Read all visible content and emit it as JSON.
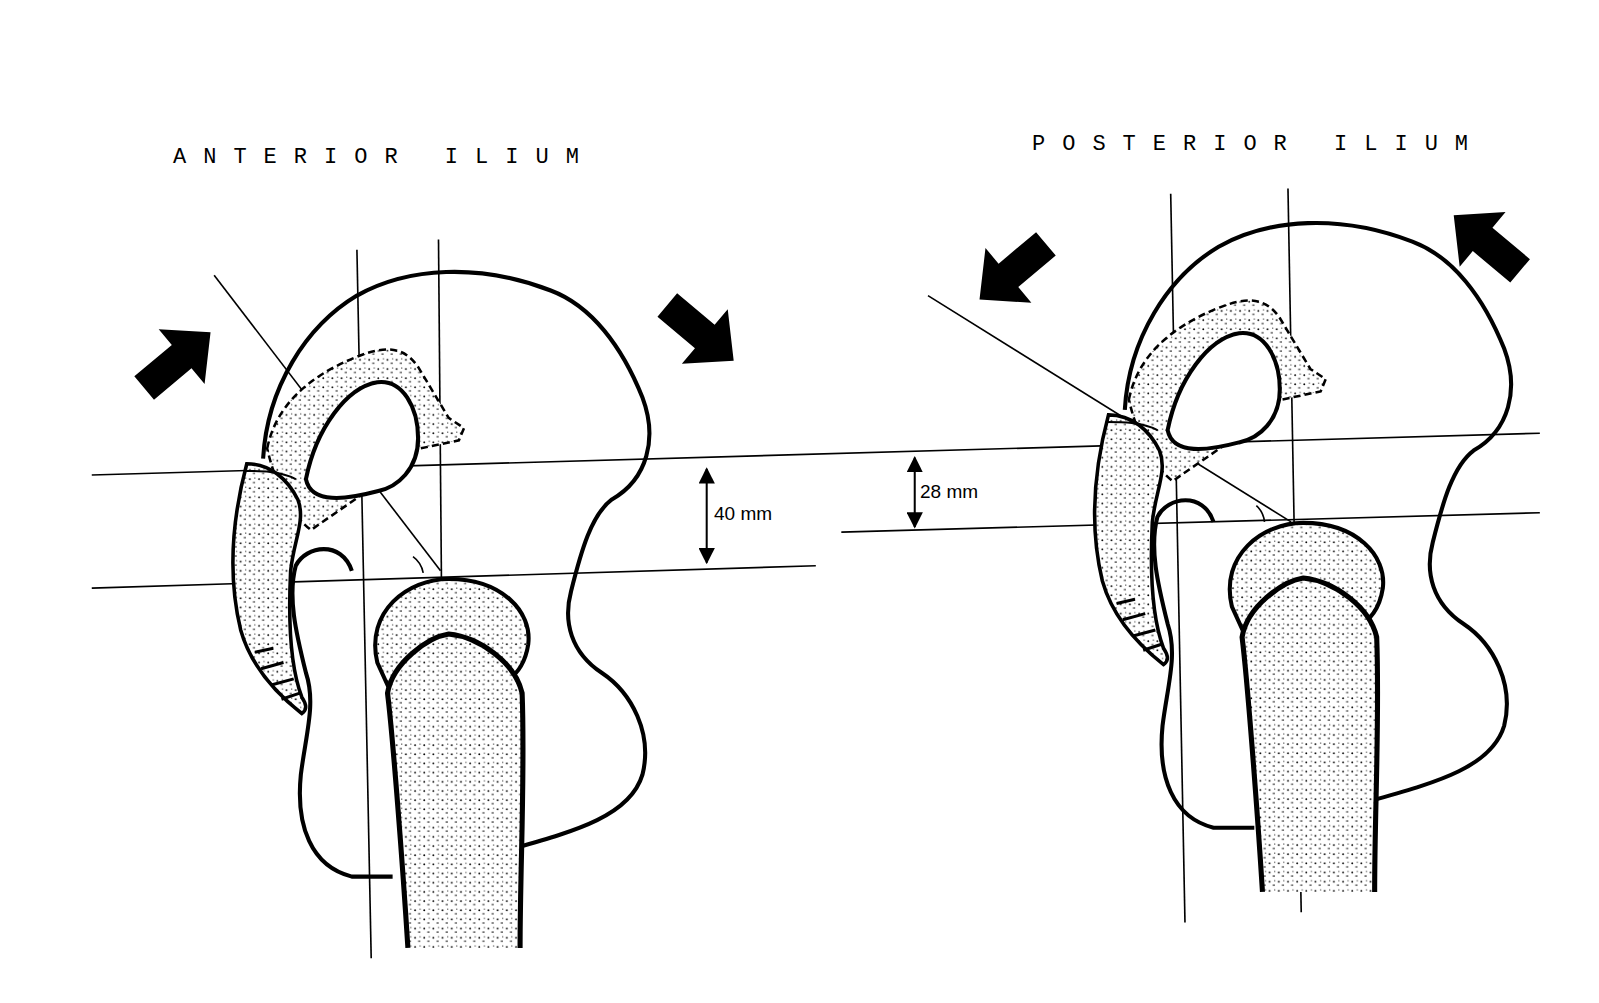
{
  "diagram": {
    "labels": [
      "ANTERIOR ILIUM",
      "POSTERIOR ILIUM",
      "40 mm",
      "28 mm"
    ]
  }
}
